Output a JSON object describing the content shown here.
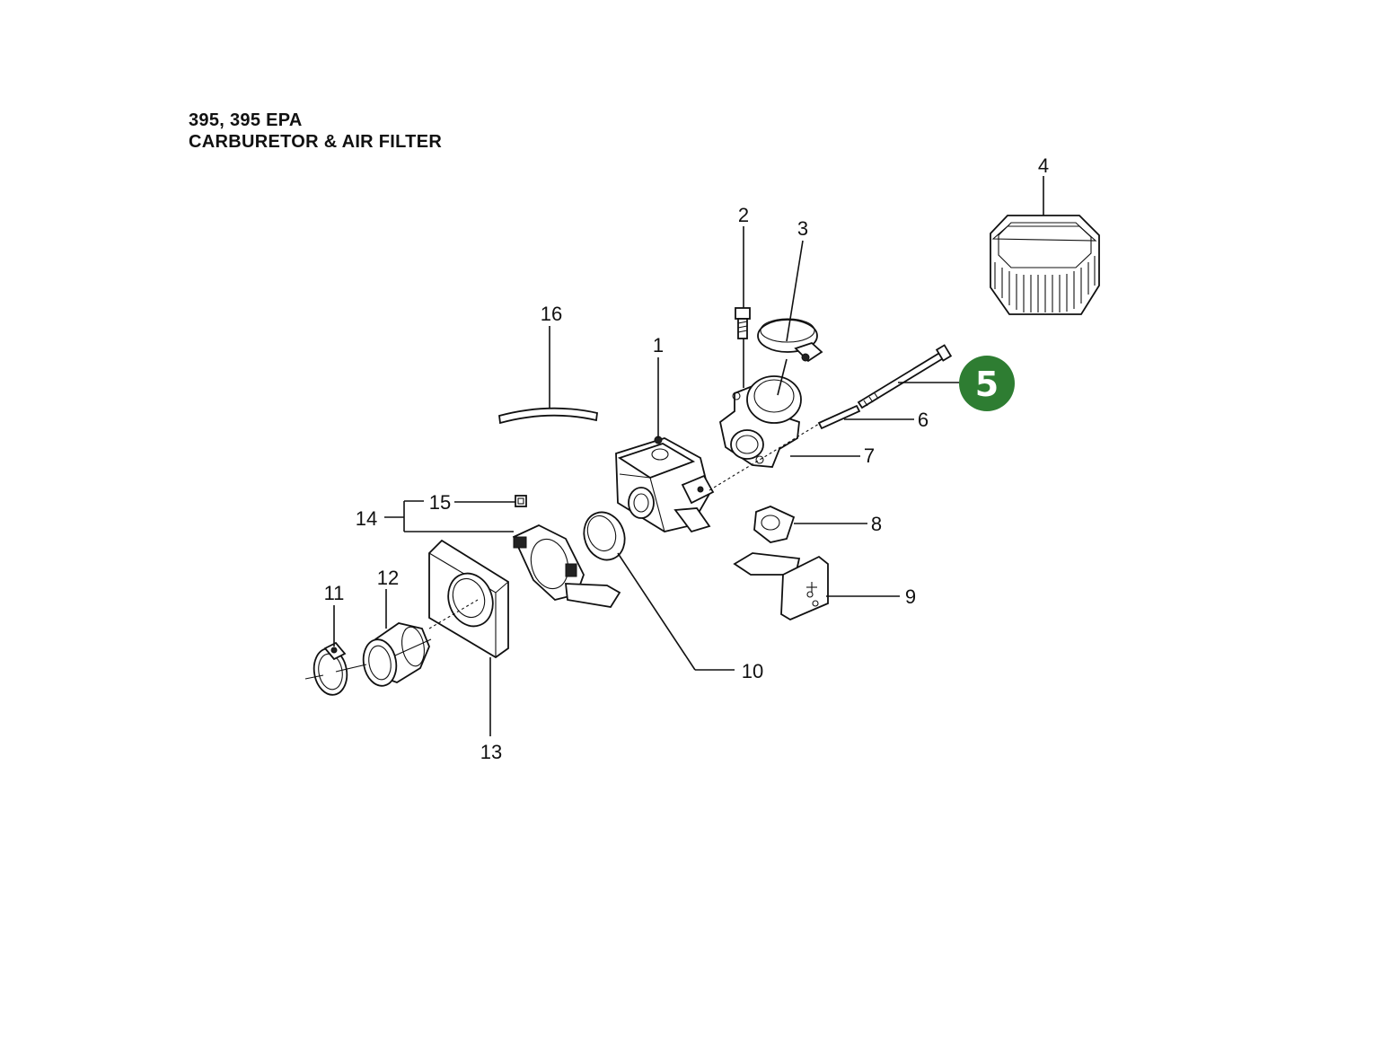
{
  "title": {
    "model": "395, 395 EPA",
    "section": "CARBURETOR & AIR FILTER"
  },
  "callouts": {
    "c1": "1",
    "c2": "2",
    "c3": "3",
    "c4": "4",
    "c6": "6",
    "c7": "7",
    "c8": "8",
    "c9": "9",
    "c10": "10",
    "c11": "11",
    "c12": "12",
    "c13": "13",
    "c14": "14",
    "c15": "15",
    "c16": "16"
  },
  "highlight": {
    "label": "5",
    "color": "#2e7d32"
  }
}
